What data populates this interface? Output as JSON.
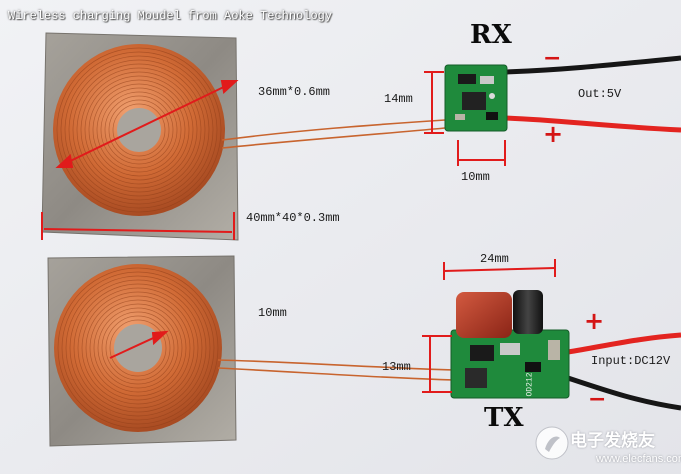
{
  "title": "Wireless charging Moudel from Aoke Technology",
  "receiver": {
    "heading": "RX",
    "coil_size": "36mm*0.6mm",
    "board_height": "14mm",
    "board_width": "10mm",
    "output": "Out:5V",
    "minus": "−",
    "plus": "+"
  },
  "transmitter": {
    "heading": "TX",
    "board_length": "24mm",
    "board_height": "13mm",
    "input": "Input:DC12V",
    "chip_marking": "OD212",
    "minus": "−",
    "plus": "+"
  },
  "plate_size": "40mm*40*0.3mm",
  "tx_coil_inner": "10mm",
  "watermark": {
    "text": "电子发烧友",
    "url": "www.elecfans.com"
  },
  "colors": {
    "annotation": "#e11b1b",
    "copper": "#c8642e",
    "pcb": "#1f8a3c",
    "background": "#ecedf1"
  }
}
